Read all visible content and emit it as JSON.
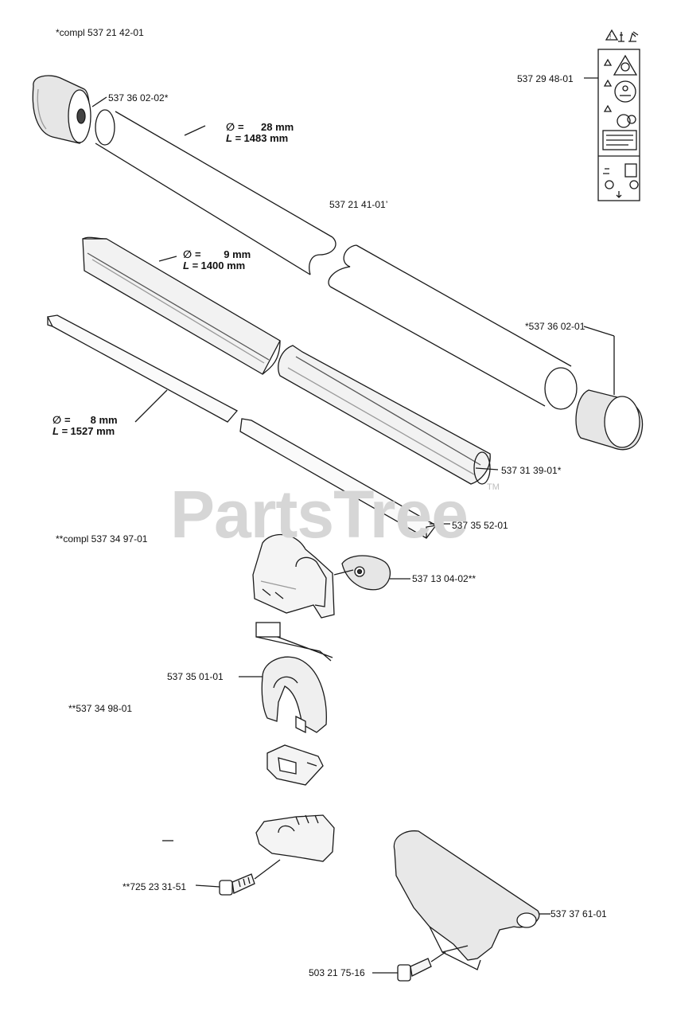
{
  "labels": {
    "compl_top": "*compl 537 21 42-01",
    "p_53736_02_02": "537 36 02-02*",
    "p_53721_41_01": "537 21 41-01’",
    "p_53729_48_01": "537 29 48-01",
    "p_53736_02_01": "*537 36 02-01",
    "p_53731_39_01": "537 31 39-01*",
    "p_53735_52_01": "537 35 52-01",
    "compl_mid": "**compl 537 34 97-01",
    "p_53713_04_02": "537 13 04-02**",
    "p_53735_01_01": "537 35 01-01",
    "p_53734_98_01": "**537 34 98-01",
    "p_72523_31_51": "**725 23 31-51",
    "p_53737_61_01": "537 37 61-01",
    "p_50321_75_16": "503 21 75-16"
  },
  "dimensions": {
    "tube": {
      "dia_symbol": "∅ =",
      "dia_value": "28 mm",
      "len_symbol": "L =",
      "len_value": "1483 mm"
    },
    "sleeve": {
      "dia_symbol": "∅ =",
      "dia_value": "9 mm",
      "len_symbol": "L =",
      "len_value": "1400 mm"
    },
    "shaft": {
      "dia_symbol": "∅ =",
      "dia_value": "8 mm",
      "len_symbol": "L =",
      "len_value": "1527 mm"
    }
  },
  "watermark": {
    "text": "PartsTree",
    "tm": "TM"
  },
  "colors": {
    "line": "#1a1a1a",
    "shade": "#9a9a9a",
    "watermark": "#d6d6d6"
  }
}
